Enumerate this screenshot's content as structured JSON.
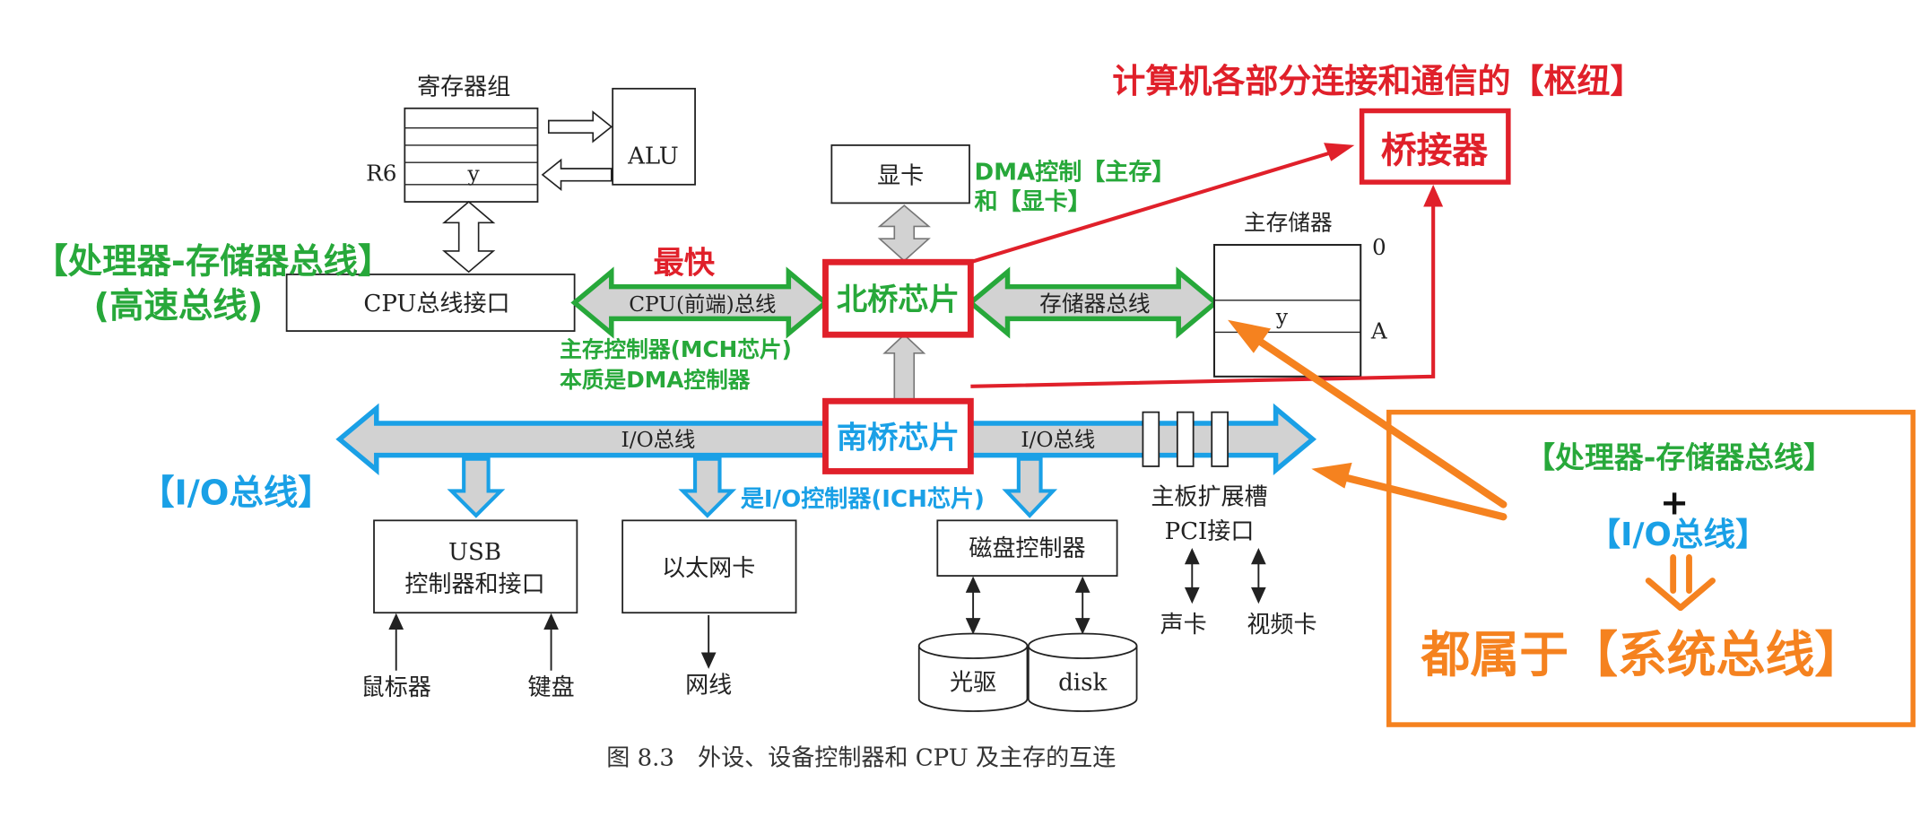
{
  "diagram": {
    "registers_label": "寄存器组",
    "r6_label": "R6",
    "y_label": "y",
    "alu_label": "ALU",
    "cpu_bus_interface": "CPU总线接口",
    "cpu_frontside_bus": "CPU(前端)总线",
    "northbridge": "北桥芯片",
    "memory_bus": "存储器总线",
    "graphics_card": "显卡",
    "main_memory_label": "主存储器",
    "mem_addr_0": "0",
    "mem_addr_a": "A",
    "mem_cell_y": "y",
    "southbridge": "南桥芯片",
    "io_bus_left": "I/O总线",
    "io_bus_right": "I/O总线",
    "usb_line1": "USB",
    "usb_line2": "控制器和接口",
    "ethernet": "以太网卡",
    "disk_controller": "磁盘控制器",
    "slot_line1": "主板扩展槽",
    "slot_line2": "PCI接口",
    "mouse": "鼠标器",
    "keyboard": "键盘",
    "network_cable": "网线",
    "optical_drive": "光驱",
    "disk": "disk",
    "sound_card": "声卡",
    "video_card": "视频卡",
    "caption": "图 8.3　外设、设备控制器和 CPU 及主存的互连"
  },
  "annotations": {
    "hub_title": "计算机各部分连接和通信的【枢纽】",
    "bridge": "桥接器",
    "dma_line1": "DMA控制【主存】",
    "dma_line2": "和【显卡】",
    "proc_mem_bus": "【处理器-存储器总线】",
    "high_speed_bus": "(高速总线)",
    "fastest": "最快",
    "mch_line1": "主存控制器(MCH芯片)",
    "mch_line2": "本质是DMA控制器",
    "io_bus_tag": "【I/O总线】",
    "ich": "是I/O控制器(ICH芯片)",
    "box_proc_mem": "【处理器-存储器总线】",
    "box_plus": "+",
    "box_io": "【I/O总线】",
    "box_system_bus": "都属于【系统总线】"
  },
  "colors": {
    "annotation_red": "#e0202a",
    "annotation_green": "#27a83a",
    "annotation_blue": "#1aa0e6",
    "annotation_orange": "#f5821f",
    "bus_gray": "#d2d2d2"
  }
}
